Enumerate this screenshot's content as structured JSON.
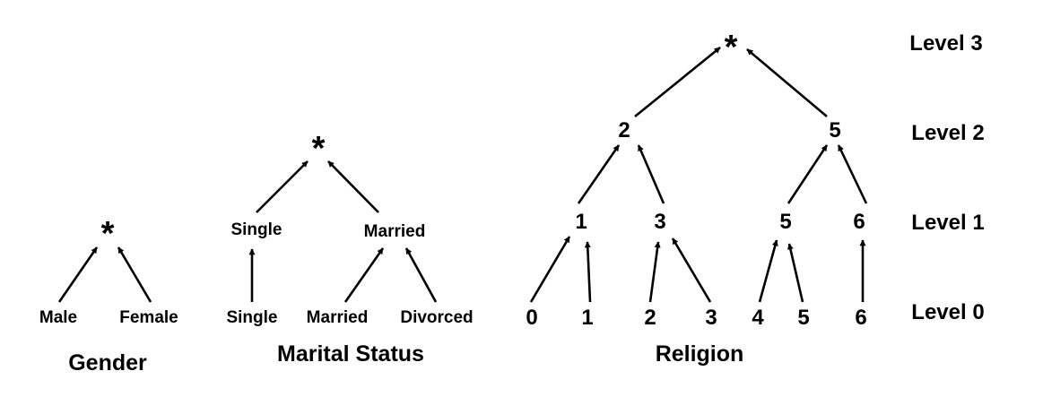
{
  "gender": {
    "title": "Gender",
    "root": "*",
    "leaves": [
      "Male",
      "Female"
    ]
  },
  "marital_status": {
    "title": "Marital Status",
    "root": "*",
    "level1": [
      "Single",
      "Married"
    ],
    "level0": [
      "Single",
      "Married",
      "Divorced"
    ]
  },
  "religion": {
    "title": "Religion",
    "root": "*",
    "level2": [
      "2",
      "5"
    ],
    "level1": [
      "1",
      "3",
      "5",
      "6"
    ],
    "level0": [
      "0",
      "1",
      "2",
      "3",
      "4",
      "5",
      "6"
    ]
  },
  "levels": [
    "Level 3",
    "Level 2",
    "Level 1",
    "Level 0"
  ]
}
